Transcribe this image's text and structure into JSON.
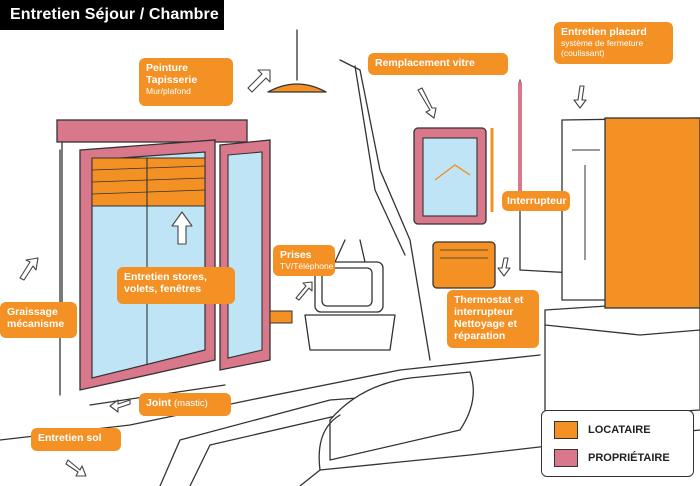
{
  "title": "Entretien Séjour / Chambre",
  "colors": {
    "locataire": "#f39124",
    "proprietaire": "#d9788a",
    "frame": "#c85a6d",
    "glass": "#bfe4f6",
    "ink": "#333333"
  },
  "labels": {
    "peinture": {
      "line1": "Peinture",
      "line2": "Tapisserie",
      "sub": "Mur/plafond"
    },
    "vitre": {
      "text": "Remplacement vitre"
    },
    "placard": {
      "title": "Entretien placard",
      "sub1": "système de fermeture",
      "sub2": "(coulissant)"
    },
    "interrupteur": {
      "text": "Interrupteur"
    },
    "prises": {
      "title": "Prises",
      "sub": "TV/Téléphone"
    },
    "stores": {
      "line1": "Entretien stores,",
      "line2": "volets, fenêtres"
    },
    "graissage": {
      "line1": "Graissage",
      "line2": "mécanisme"
    },
    "thermostat": {
      "line1": "Thermostat et",
      "line2": "interrupteur",
      "line3": "Nettoyage et",
      "line4": "réparation"
    },
    "joint": {
      "main": "Joint",
      "detail": "(mastic)"
    },
    "sol": {
      "text": "Entretien sol"
    }
  },
  "legend": {
    "items": [
      {
        "label": "LOCATAIRE",
        "color": "#f39124"
      },
      {
        "label": "PROPRIÉTAIRE",
        "color": "#d9788a"
      }
    ]
  }
}
